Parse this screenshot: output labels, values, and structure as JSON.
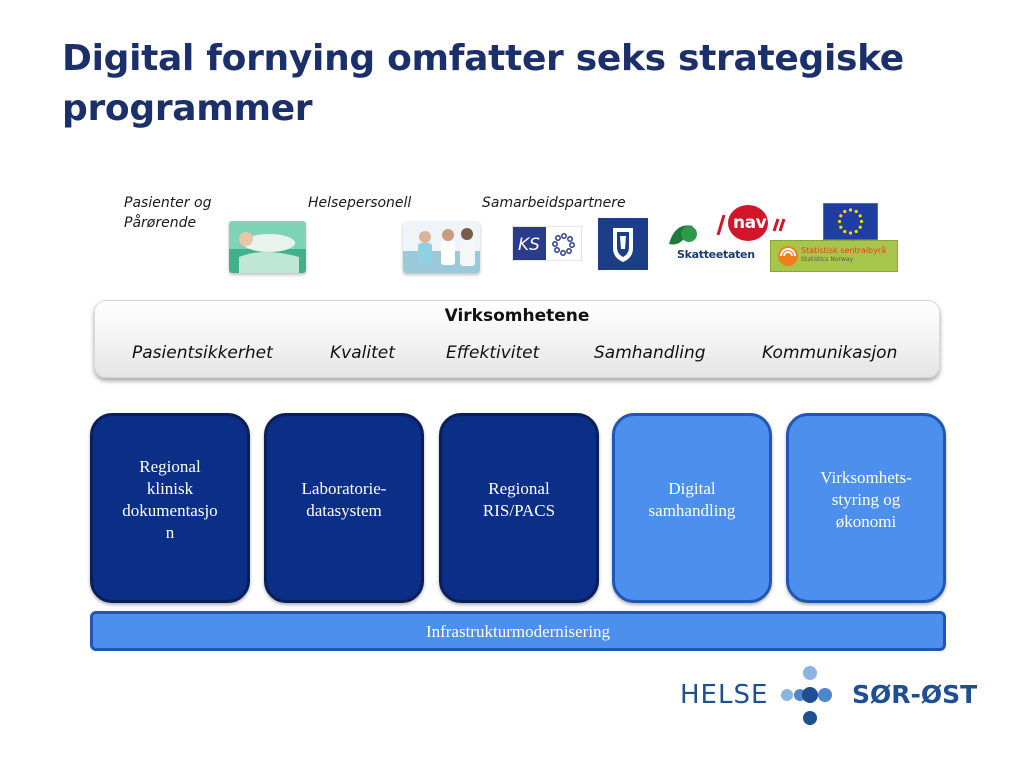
{
  "slide": {
    "title": "Digital fornying omfatter seks strategiske programmer"
  },
  "stakeholders": {
    "patients_label": "Pasienter og\nPårørende",
    "staff_label": "Helsepersonell",
    "partners_label": "Samarbeidspartnere",
    "logos": {
      "ks": "KS",
      "skatteetaten": "Skatteetaten",
      "nav": "nav",
      "ssb_line1": "Statistisk sentralbyrå",
      "ssb_line2": "Statistics Norway"
    }
  },
  "enterprises": {
    "title": "Virksomhetene",
    "pillars": [
      "Pasientsikkerhet",
      "Kvalitet",
      "Effektivitet",
      "Samhandling",
      "Kommunikasjon"
    ]
  },
  "programs": [
    {
      "label": "Regional\nklinisk\ndokumentasjo\nn",
      "style": "dark"
    },
    {
      "label": "Laboratorie-\ndatasystem",
      "style": "dark"
    },
    {
      "label": "Regional\nRIS/PACS",
      "style": "dark"
    },
    {
      "label": "Digital\nsamhandling",
      "style": "light"
    },
    {
      "label": "Virksomhets-\nstyring og\nøkonomi",
      "style": "light"
    }
  ],
  "infrastructure": {
    "label": "Infrastrukturmodernisering"
  },
  "branding": {
    "left": "HELSE",
    "right": "SØR-ØST"
  },
  "colors": {
    "title": "#1b2f6b",
    "program_dark": "#0b2e87",
    "program_light": "#4d8fec",
    "brand": "#1d4f91"
  }
}
